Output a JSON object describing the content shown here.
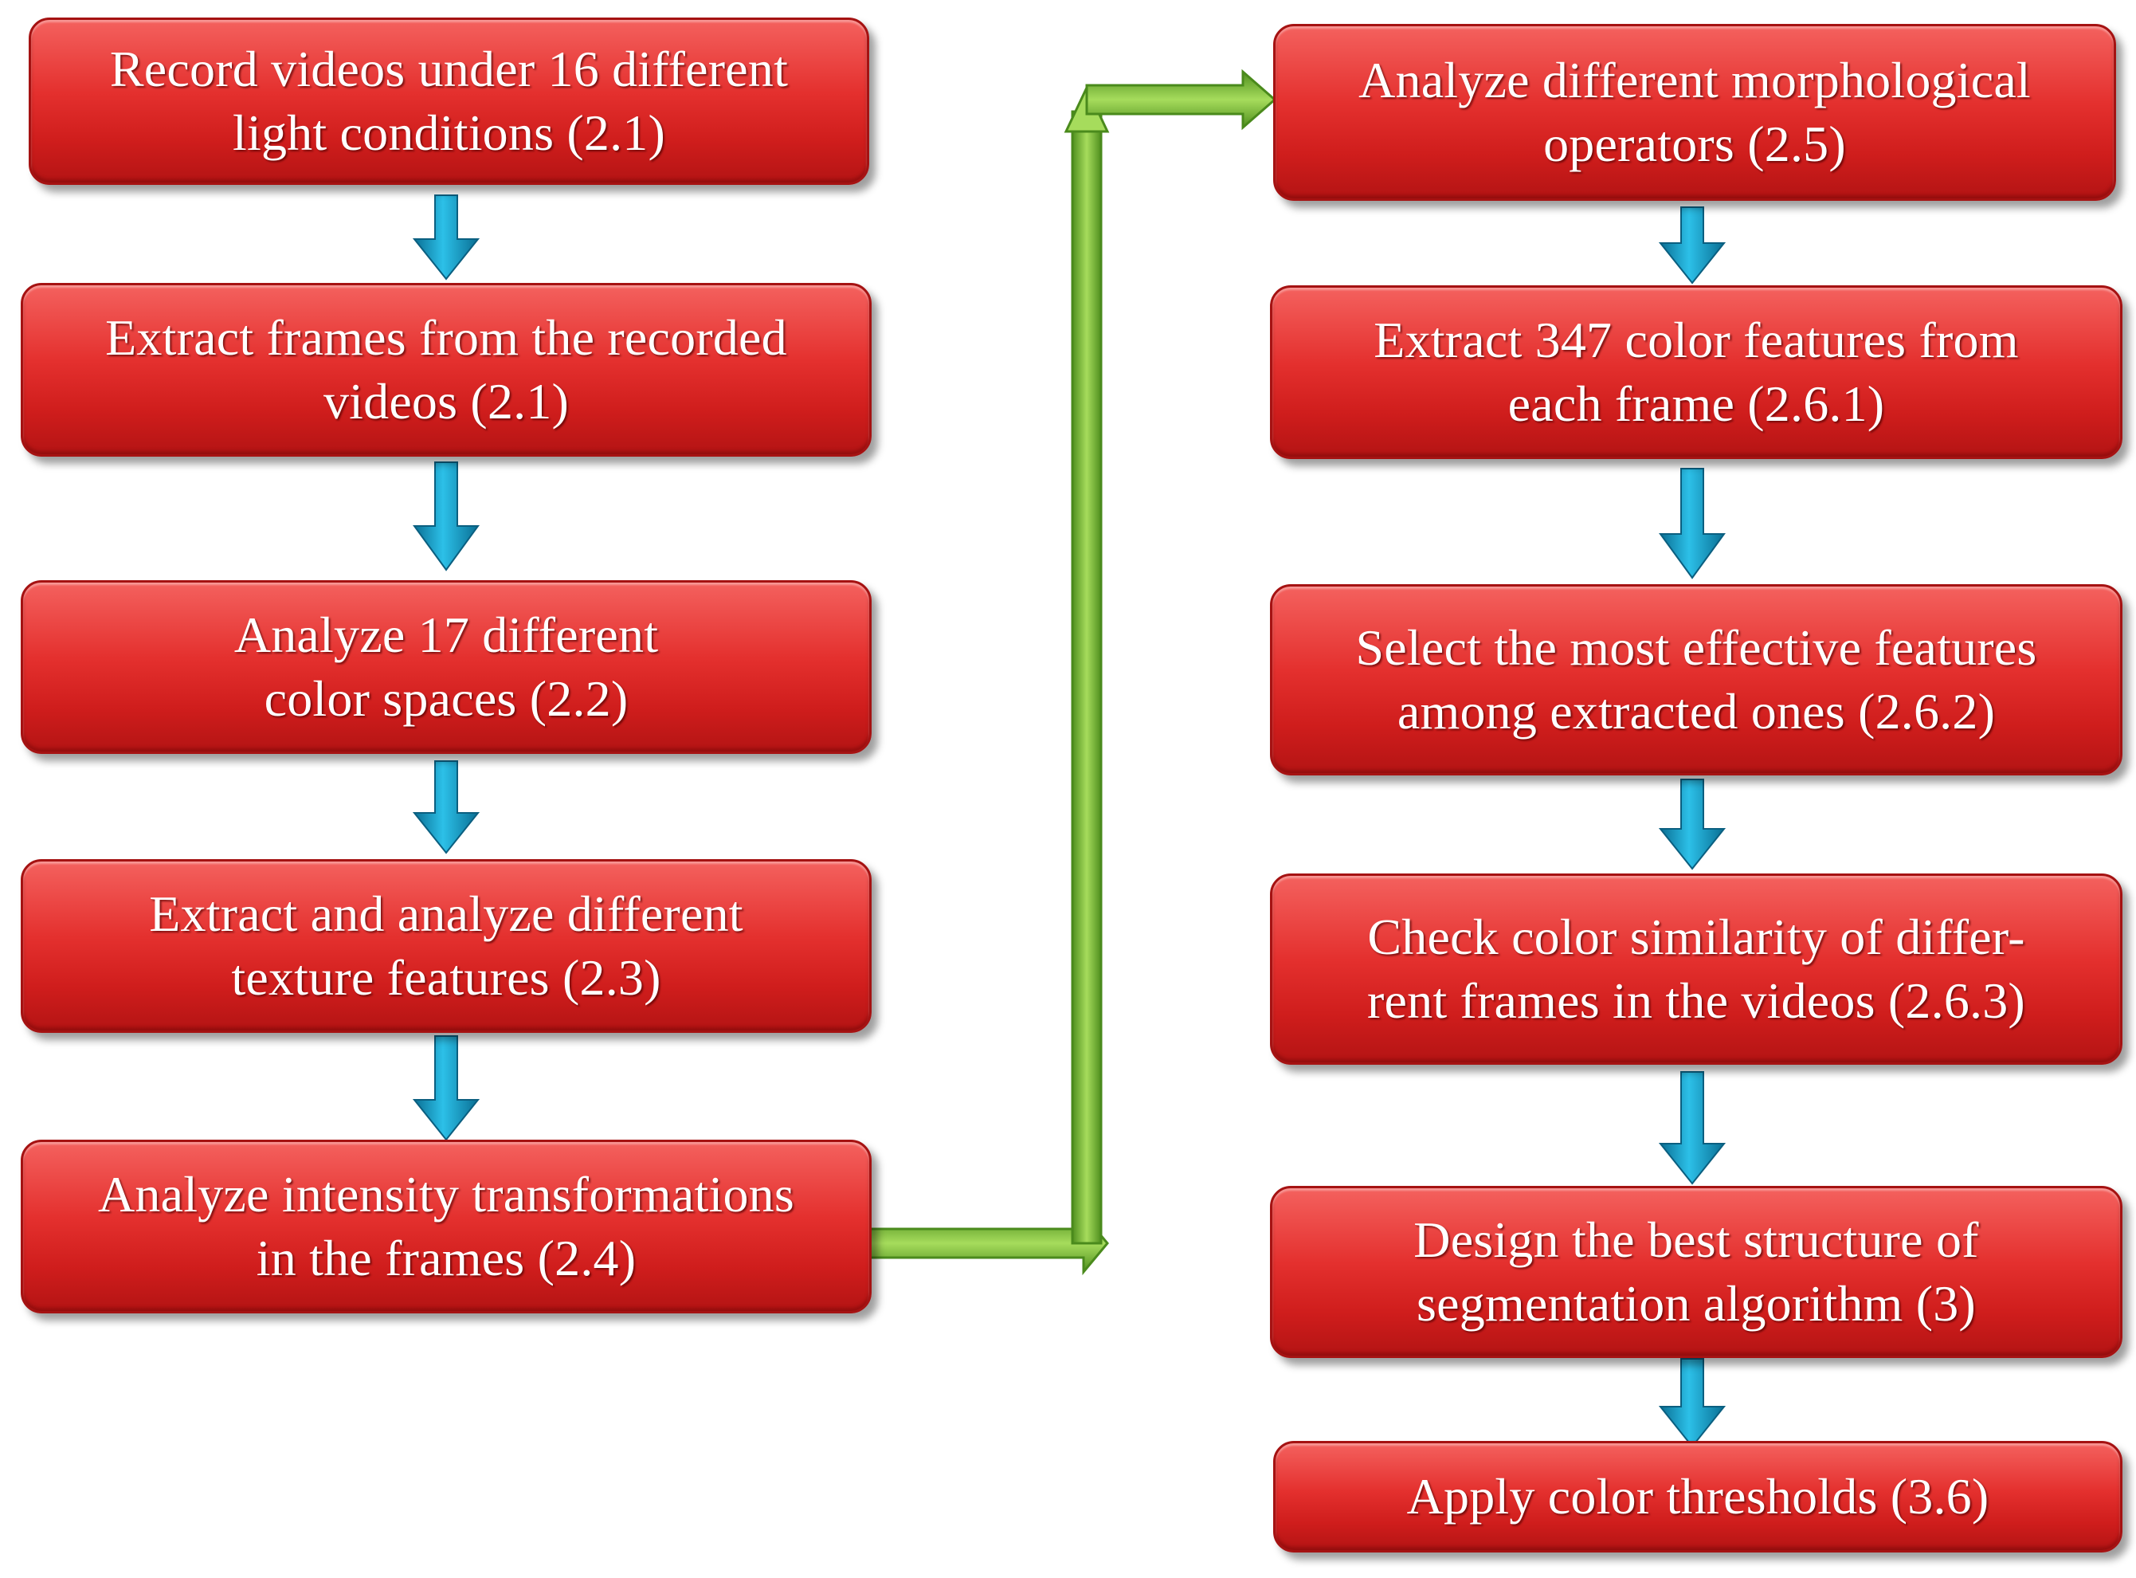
{
  "colors": {
    "box_fill": "#e02b2a",
    "box_border": "#a51212",
    "box_text": "#ffffff",
    "down_arrow": "#1aa3cc",
    "connector": "#7cc043"
  },
  "left_column": [
    {
      "id": "record-videos",
      "label": "Record videos under 16 different\nlight conditions (2.1)"
    },
    {
      "id": "extract-frames",
      "label": "Extract frames from the recorded\nvideos (2.1)"
    },
    {
      "id": "color-spaces",
      "label": "Analyze 17 different\ncolor spaces (2.2)"
    },
    {
      "id": "texture-features",
      "label": "Extract and analyze different\ntexture features (2.3)"
    },
    {
      "id": "intensity-transformations",
      "label": "Analyze intensity transformations\nin the frames (2.4)"
    }
  ],
  "right_column": [
    {
      "id": "morphological-operators",
      "label": "Analyze different morphological\noperators (2.5)"
    },
    {
      "id": "color-features",
      "label": "Extract 347 color features from\neach frame (2.6.1)"
    },
    {
      "id": "select-features",
      "label": "Select the most effective features\namong extracted ones (2.6.2)"
    },
    {
      "id": "color-similarity",
      "label": "Check color similarity of differ-\nrent frames in the videos (2.6.3)"
    },
    {
      "id": "segmentation-structure",
      "label": "Design the best structure of\nsegmentation algorithm (3)"
    },
    {
      "id": "color-thresholds",
      "label": "Apply color thresholds (3.6)"
    }
  ]
}
